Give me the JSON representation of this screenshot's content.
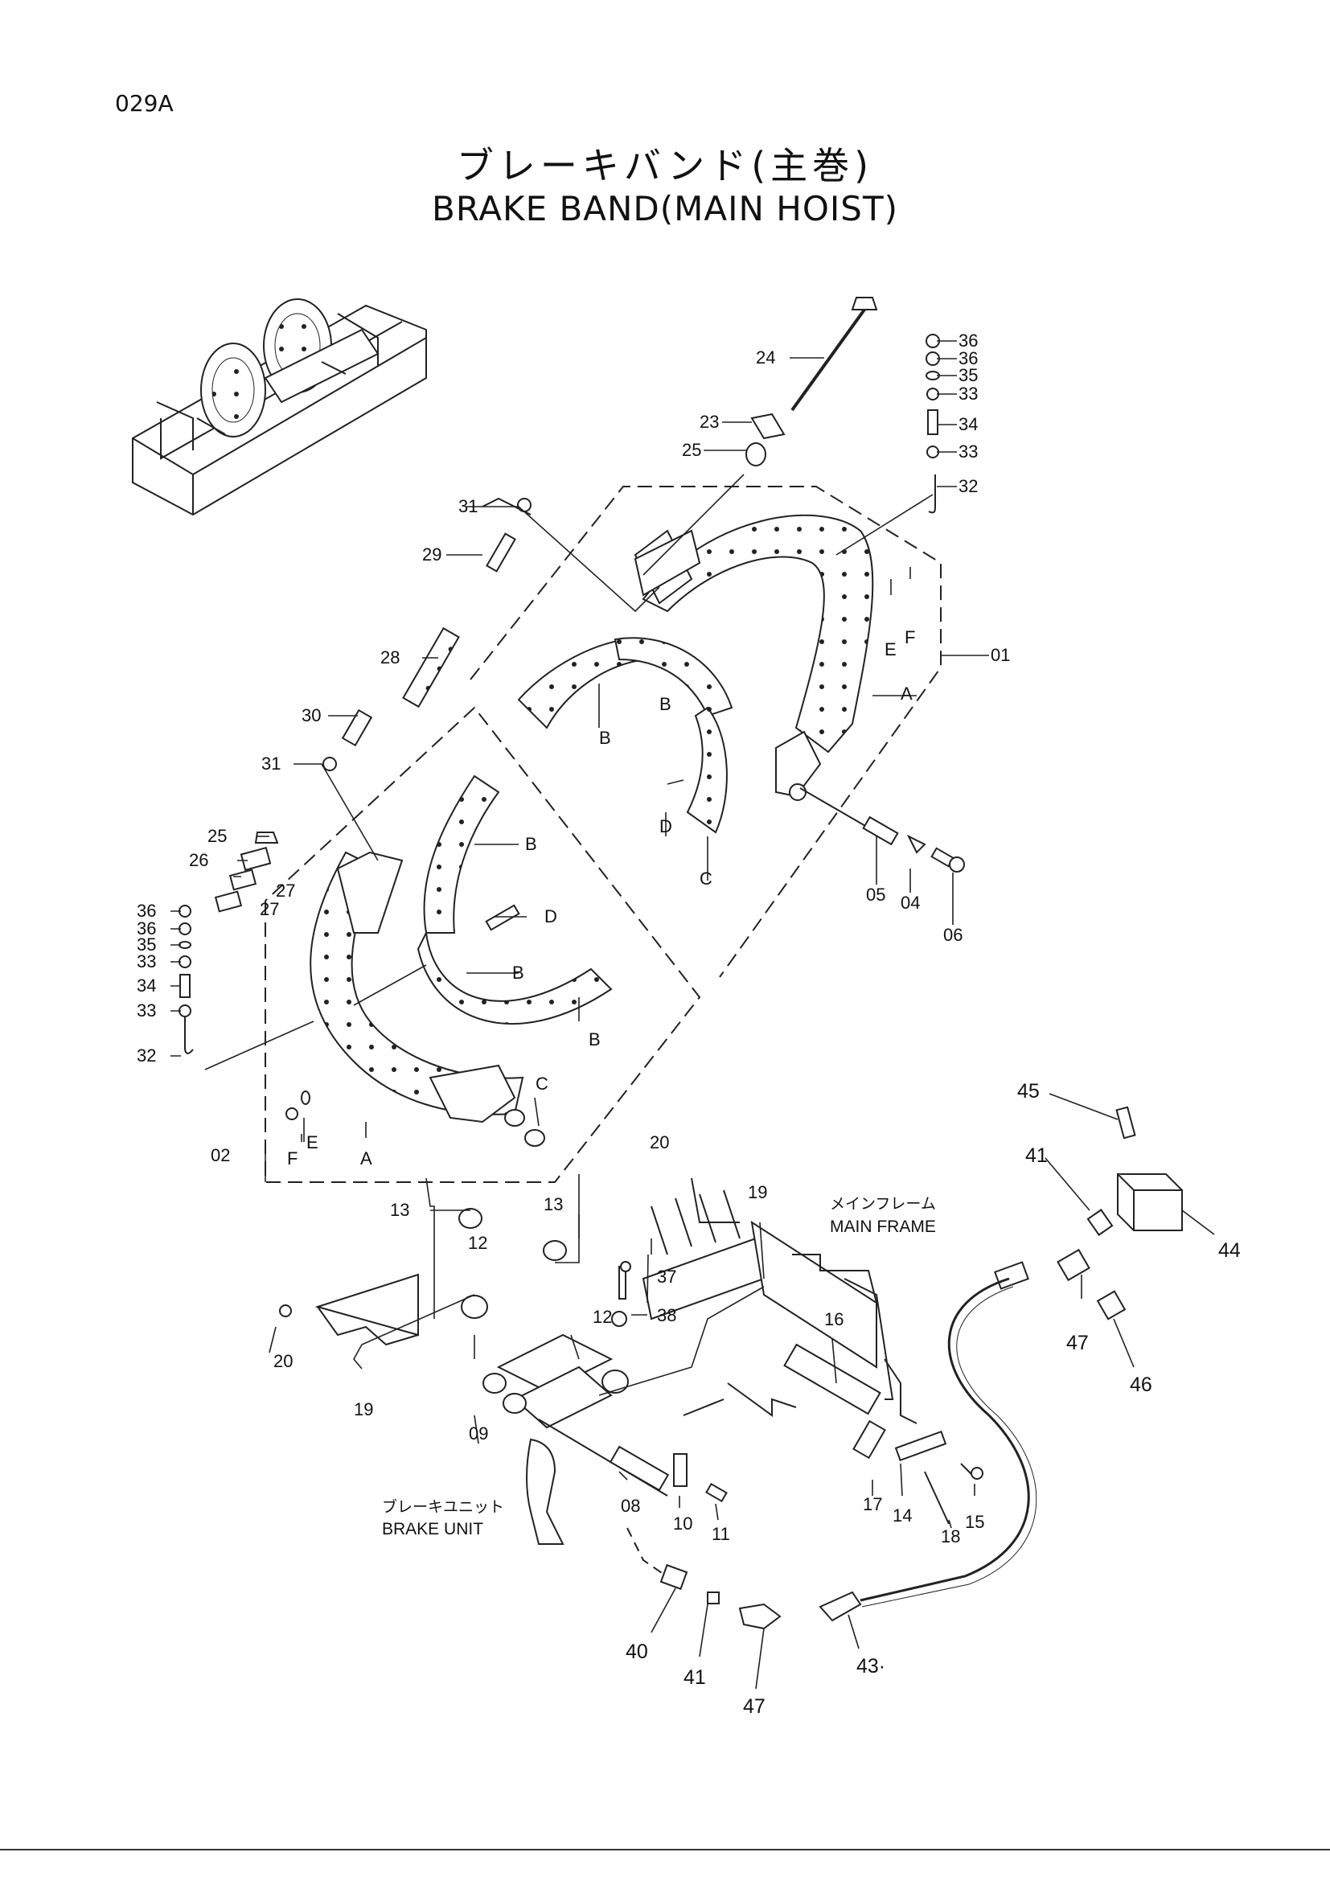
{
  "page_code": "029A",
  "title_ja": "ブレーキバンド(主巻)",
  "title_en": "BRAKE BAND(MAIN HOIST)",
  "callouts": {
    "c24": "24",
    "c23": "23",
    "c25a": "25",
    "c36a": "36",
    "c36b": "36",
    "c35a": "35",
    "c33a": "33",
    "c34a": "34",
    "c33b": "33",
    "c32a": "32",
    "c31a": "31",
    "c29": "29",
    "c28": "28",
    "c30": "30",
    "c31b": "31",
    "cEa": "E",
    "cFa": "F",
    "c01": "01",
    "cAa": "A",
    "cB1": "B",
    "cB2": "B",
    "cD1": "D",
    "cC1": "C",
    "c05": "05",
    "c04": "04",
    "c06": "06",
    "c25b": "25",
    "c26": "26",
    "c27a": "27",
    "c27b": "27",
    "c36c": "36",
    "c36d": "36",
    "c35b": "35",
    "c33c": "33",
    "c34b": "34",
    "c33d": "33",
    "c32b": "32",
    "cB3": "B",
    "cD2": "D",
    "cB4": "B",
    "cB5": "B",
    "cC2": "C",
    "cFb": "F",
    "cEb": "E",
    "cAb": "A",
    "c02": "02",
    "c13a": "13",
    "c12a": "12",
    "c13b": "13",
    "c20a": "20",
    "c19a": "19",
    "c37": "37",
    "c38": "38",
    "c12b": "12",
    "c16": "16",
    "c20b": "20",
    "c19b": "19",
    "c09": "09",
    "c08": "08",
    "c10": "10",
    "c11": "11",
    "c17": "17",
    "c14": "14",
    "c18": "18",
    "c15": "15",
    "c45": "45",
    "c41a": "41",
    "c44": "44",
    "c47a": "47",
    "c46": "46",
    "c40": "40",
    "c41b": "41",
    "c47b": "47",
    "c43": "43·"
  },
  "labels": {
    "main_frame_ja": "メインフレーム",
    "main_frame_en": "MAIN FRAME",
    "brake_unit_ja": "ブレーキユニット",
    "brake_unit_en": "BRAKE UNIT"
  }
}
